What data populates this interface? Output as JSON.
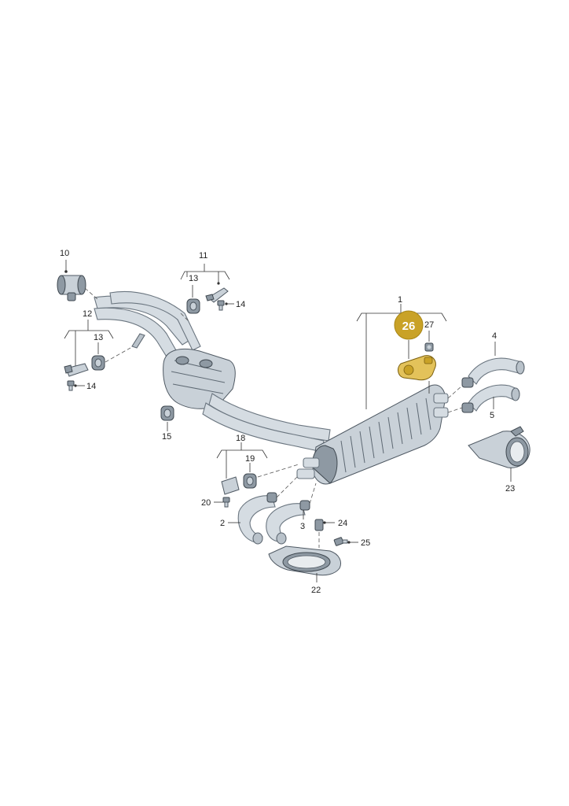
{
  "callouts": {
    "p1": "1",
    "p2": "2",
    "p3": "3",
    "p4": "4",
    "p5": "5",
    "p10": "10",
    "p11": "11",
    "p12": "12",
    "p13a": "13",
    "p13b": "13",
    "p14a": "14",
    "p14b": "14",
    "p15": "15",
    "p18": "18",
    "p19": "19",
    "p20": "20",
    "p22": "22",
    "p23": "23",
    "p24": "24",
    "p25": "25",
    "p26": "26",
    "p27": "27"
  },
  "highlight": {
    "part": "26",
    "badge_color": "#c9a227",
    "part_color": "#e3c25a"
  },
  "colors": {
    "metal_light": "#d5dce2",
    "metal_dark": "#8e99a3",
    "line": "#333333"
  }
}
